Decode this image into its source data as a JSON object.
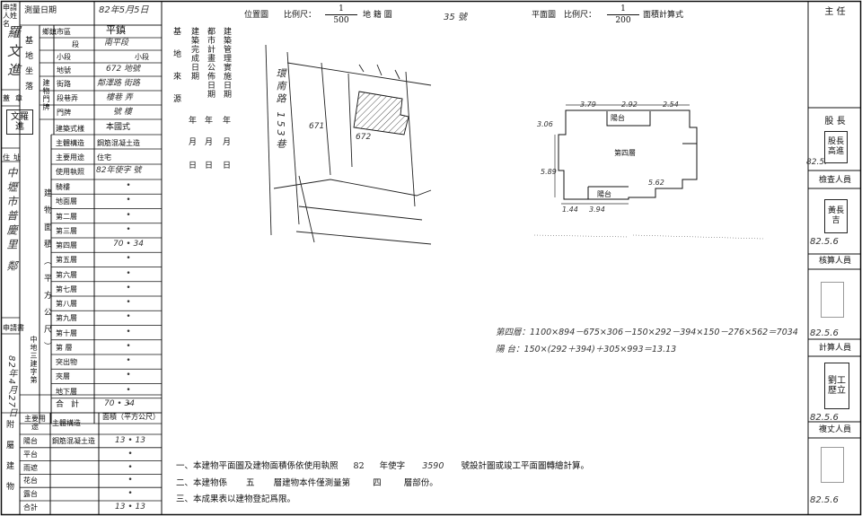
{
  "left": {
    "applicant_label": "申請人姓名",
    "applicant_name": "羅文進",
    "survey_date_label": "測量日期",
    "survey_date": "82年5月5日",
    "district_label": "鄉鎮市區",
    "district": "平鎮",
    "section_label": "段",
    "section": "南平段",
    "subsection_label": "小段",
    "lot_label": "地號",
    "lot": "672 地號",
    "street_label": "街路",
    "street": "鄰澤路 街路",
    "alley_label": "段巷弄",
    "alley": "樓巷 弄",
    "door_label": "門牌",
    "door": "號 樓",
    "base_group": "基地坐落",
    "building_door_group": "建物門牌",
    "seal_label": "蓋章",
    "seal_text": "文羅 進",
    "style_label": "建築式樣",
    "style": "本國式",
    "structure_label": "主體構造",
    "structure": "鋼筋混凝土造",
    "address_label": "住址",
    "address": "中壢市普慶里 鄰",
    "use_label": "主要用途",
    "use": "住宅",
    "permit_label": "使用執照",
    "permit": "82年使字 號",
    "area_group": "建物面積（平方公尺）",
    "floors": [
      {
        "name": "騎樓",
        "value": "•"
      },
      {
        "name": "地面層",
        "value": "•"
      },
      {
        "name": "第二層",
        "value": "•"
      },
      {
        "name": "第三層",
        "value": "•"
      },
      {
        "name": "第四層",
        "value": "70 • 34"
      },
      {
        "name": "第五層",
        "value": "•"
      },
      {
        "name": "第六層",
        "value": "•"
      },
      {
        "name": "第七層",
        "value": "•"
      },
      {
        "name": "第八層",
        "value": "•"
      },
      {
        "name": "第九層",
        "value": "•"
      },
      {
        "name": "第十層",
        "value": "•"
      },
      {
        "name": "第  層",
        "value": "•"
      },
      {
        "name": "突出物",
        "value": "•"
      },
      {
        "name": "夾層",
        "value": "•"
      },
      {
        "name": "地下層",
        "value": "•"
      },
      {
        "name": "",
        "value": "•"
      }
    ],
    "total_label": "合計",
    "total": "70 • 34",
    "application_label": "申請書",
    "application_no": "中地三建字第",
    "application_date": "82年4月27日",
    "attached_group": "附屬建物",
    "attached_header_use": "主要用途",
    "attached_header_structure": "主體構造",
    "attached_header_area": "面積（平方公尺）",
    "attached": [
      {
        "use": "陽台",
        "structure": "鋼筋混凝土造",
        "area": "13 • 13"
      },
      {
        "use": "平台",
        "structure": "",
        "area": "•"
      },
      {
        "use": "雨遮",
        "structure": "",
        "area": "•"
      },
      {
        "use": "花台",
        "structure": "",
        "area": "•"
      },
      {
        "use": "露台",
        "structure": "",
        "area": "•"
      },
      {
        "use": "合計",
        "structure": "",
        "area": "13 • 13"
      }
    ]
  },
  "dates_block": {
    "c1": "建築管理實施日期",
    "c2": "都市計畫公佈日期",
    "c3": "建築完成日期",
    "c4": "基地來源",
    "ymd": [
      "年",
      "月",
      "日"
    ]
  },
  "location": {
    "title": "位置圖",
    "scale_label": "比例尺：",
    "scale_num": "1",
    "scale_den": "500",
    "map_label": "地 籍 圖",
    "sheet": "35 號",
    "lot_671": "671",
    "lot_672": "672",
    "road": "環南路 153巷"
  },
  "plan": {
    "title": "平面圖",
    "scale_label": "比例尺：",
    "scale_num": "1",
    "scale_den": "200",
    "calc_label": "面積計算式",
    "floor_name": "第四層",
    "balcony_label": "陽台",
    "dims": [
      "3.79",
      "2.92",
      "2.54",
      "3.06",
      "5.62",
      "1.44",
      "3.94",
      "5.89"
    ]
  },
  "formulas": [
    "第四層：1100×894－675×306－150×292－394×150－276×562＝7034",
    "陽 台：150×(292＋394)＋305×993＝13.13"
  ],
  "notes": {
    "n1a": "一、本建物平面圖及建物面積係依使用執照",
    "n1b": "82",
    "n1c": "年使字",
    "n1d": "3590",
    "n1e": "號設計圖或竣工平面圖轉繪計算。",
    "n2a": "二、本建物係",
    "n2b": "五",
    "n2c": "層建物本件僅測量第",
    "n2d": "四",
    "n2e": "層部份。",
    "n3": "三、本成果表以建物登記爲限。"
  },
  "right": {
    "supervisor": "主  任",
    "chief": "股  長",
    "chief_stamp": "股長 高進",
    "chief_date": "82.5.",
    "checker": "檢查人員",
    "checker_stamp": "黃長吉",
    "checker_date": "82.5.6",
    "calc_person": "核算人員",
    "calc_date": "82.5.6",
    "computer": "計算人員",
    "computer_stamp": "劉工歷立",
    "computer_date": "82.5.6",
    "drafter": "複丈人員",
    "drafter_date": "82.5.6"
  }
}
